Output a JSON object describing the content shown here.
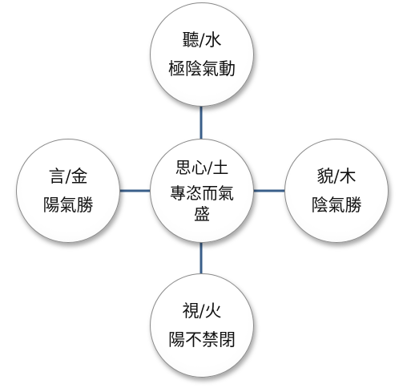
{
  "diagram": {
    "line_color": "#3a5f8a",
    "nodes": {
      "center": {
        "line1": "思心/土",
        "line2": "專恣而氣盛"
      },
      "top": {
        "line1": "聽/水",
        "line2": "極陰氣動"
      },
      "left": {
        "line1": "言/金",
        "line2": "陽氣勝"
      },
      "right": {
        "line1": "貌/木",
        "line2": "陰氣勝"
      },
      "bottom": {
        "line1": "視/火",
        "line2": "陽不禁閉"
      }
    }
  }
}
